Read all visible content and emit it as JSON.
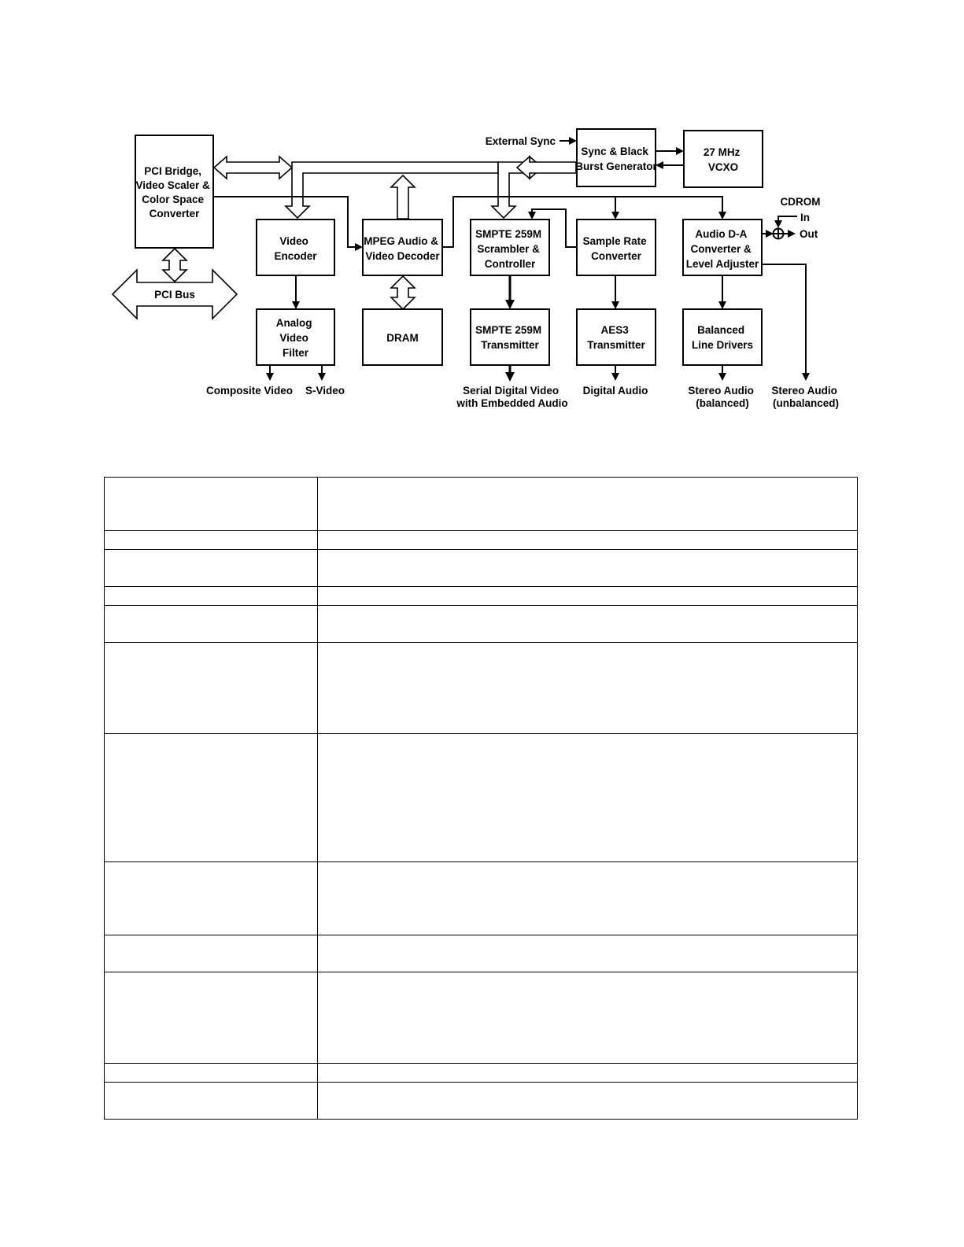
{
  "diagram": {
    "blocks": {
      "pci_bridge": [
        "PCI Bridge,",
        "Video Scaler &",
        "Color Space",
        "Converter"
      ],
      "video_encoder": [
        "Video",
        "Encoder"
      ],
      "analog_filter": [
        "Analog",
        "Video",
        "Filter"
      ],
      "mpeg_decoder": [
        "MPEG Audio &",
        "Video Decoder"
      ],
      "dram": [
        "DRAM"
      ],
      "smpte_scrambler": [
        "SMPTE 259M",
        "Scrambler &",
        "Controller"
      ],
      "smpte_transmitter": [
        "SMPTE 259M",
        "Transmitter"
      ],
      "sync_generator": [
        "Sync & Black",
        "Burst Generator"
      ],
      "vcxo": [
        "27 MHz",
        "VCXO"
      ],
      "sample_rate_converter": [
        "Sample Rate",
        "Converter"
      ],
      "aes3_transmitter": [
        "AES3",
        "Transmitter"
      ],
      "audio_dac": [
        "Audio D-A",
        "Converter &",
        "Level Adjuster"
      ],
      "balanced_drivers": [
        "Balanced",
        "Line Drivers"
      ]
    },
    "labels": {
      "pci_bus": "PCI Bus",
      "external_sync": "External Sync",
      "cdrom": "CDROM",
      "cdrom_in": "In",
      "cdrom_out": "Out"
    },
    "outputs": {
      "composite_video": [
        "Composite Video"
      ],
      "s_video": [
        "S-Video"
      ],
      "serial_digital_video": [
        "Serial Digital Video",
        "with Embedded Audio"
      ],
      "digital_audio": [
        "Digital Audio"
      ],
      "stereo_balanced": [
        "Stereo Audio",
        "(balanced)"
      ],
      "stereo_unbalanced": [
        "Stereo Audio",
        "(unbalanced)"
      ]
    }
  },
  "table": {
    "rows": 12
  }
}
